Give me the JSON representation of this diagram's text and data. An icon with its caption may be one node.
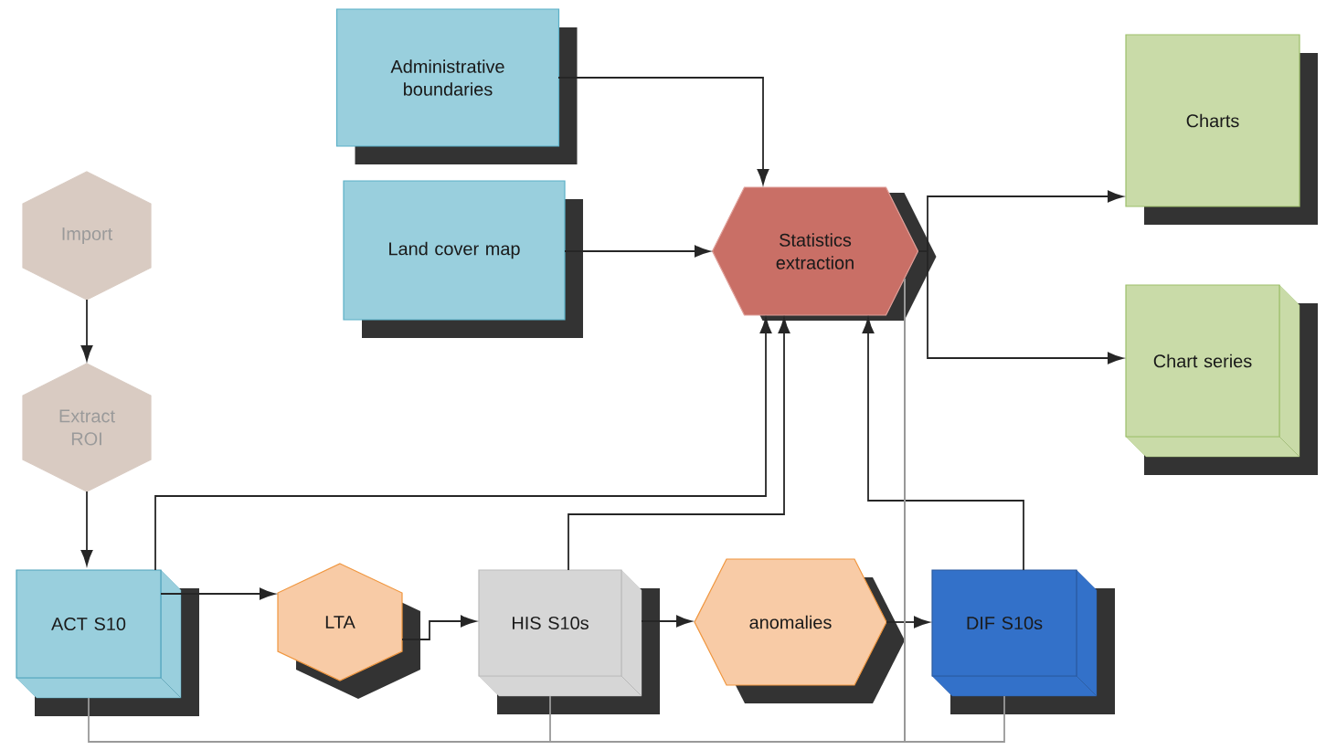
{
  "diagram": {
    "nodes": [
      {
        "text": [
          "Import"
        ]
      },
      {
        "text": [
          "Extract ROI"
        ]
      },
      {
        "text": [
          "Administrative boundaries"
        ]
      },
      {
        "text": [
          "Land cover map"
        ]
      },
      {
        "text": [
          "Statistics extraction"
        ]
      },
      {
        "text": [
          "Charts"
        ]
      },
      {
        "text": [
          "Chart series"
        ]
      },
      {
        "text": [
          "ACT S10"
        ]
      },
      {
        "text": [
          "LTA"
        ]
      },
      {
        "text": [
          "HIS S10s"
        ]
      },
      {
        "text": [
          "anomalies"
        ]
      },
      {
        "text": [
          "DIF S10s"
        ]
      }
    ],
    "edges": [
      {
        "from": 0,
        "to": 1,
        "arrow": "to"
      },
      {
        "from": 1,
        "to": 7,
        "arrow": "to"
      },
      {
        "from": 2,
        "to": 4,
        "arrow": "to"
      },
      {
        "from": 3,
        "to": 4,
        "arrow": "to"
      },
      {
        "from": 4,
        "to": 5,
        "arrow": "to"
      },
      {
        "from": 4,
        "to": 6,
        "arrow": "to"
      },
      {
        "from": 7,
        "to": 8,
        "arrow": "to"
      },
      {
        "from": 8,
        "to": 9,
        "arrow": "to"
      },
      {
        "from": 9,
        "to": 10,
        "arrow": "to"
      },
      {
        "from": 10,
        "to": 11,
        "arrow": "to"
      },
      {
        "from": 7,
        "to": 4,
        "arrow": "to"
      },
      {
        "from": 9,
        "to": 4,
        "arrow": "to"
      },
      {
        "from": 11,
        "to": 4,
        "arrow": "to"
      },
      {
        "from": 7,
        "to": 4,
        "arrow": "none",
        "color": "#999999"
      },
      {
        "from": 9,
        "to": 4,
        "arrow": "none",
        "color": "#999999"
      },
      {
        "from": 11,
        "to": 4,
        "arrow": "none",
        "color": "#999999"
      }
    ]
  }
}
